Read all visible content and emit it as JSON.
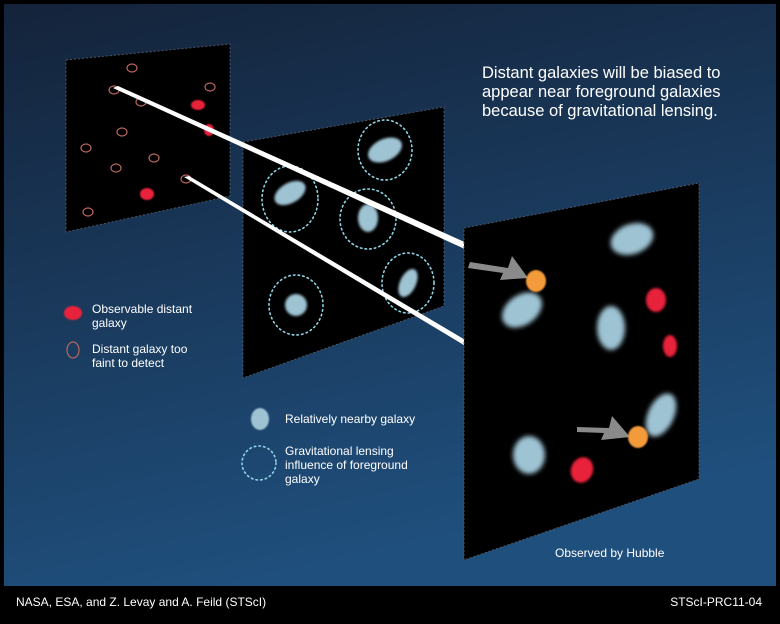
{
  "headline": "Distant galaxies will be biased to appear near foreground galaxies because of gravitational lensing.",
  "legend": {
    "observable": "Observable distant galaxy",
    "faint": "Distant galaxy too faint to detect",
    "nearby": "Relatively nearby galaxy",
    "lensing": "Gravitational lensing influence of foreground galaxy"
  },
  "observed_label": "Observed by Hubble",
  "credit": "NASA, ESA, and Z. Levay and A. Feild (STScI)",
  "prc_id": "STScI-PRC11-04",
  "colors": {
    "background_top": "#16263f",
    "background_bottom": "#1d4b78",
    "observable_galaxy": "#e8203a",
    "faint_galaxy_outline": "#b8665f",
    "nearby_galaxy": "#9ec3d3",
    "lensing_ring": "#8fd4e6",
    "lensed_image": "#f39a3a",
    "ray": "#ffffff"
  }
}
